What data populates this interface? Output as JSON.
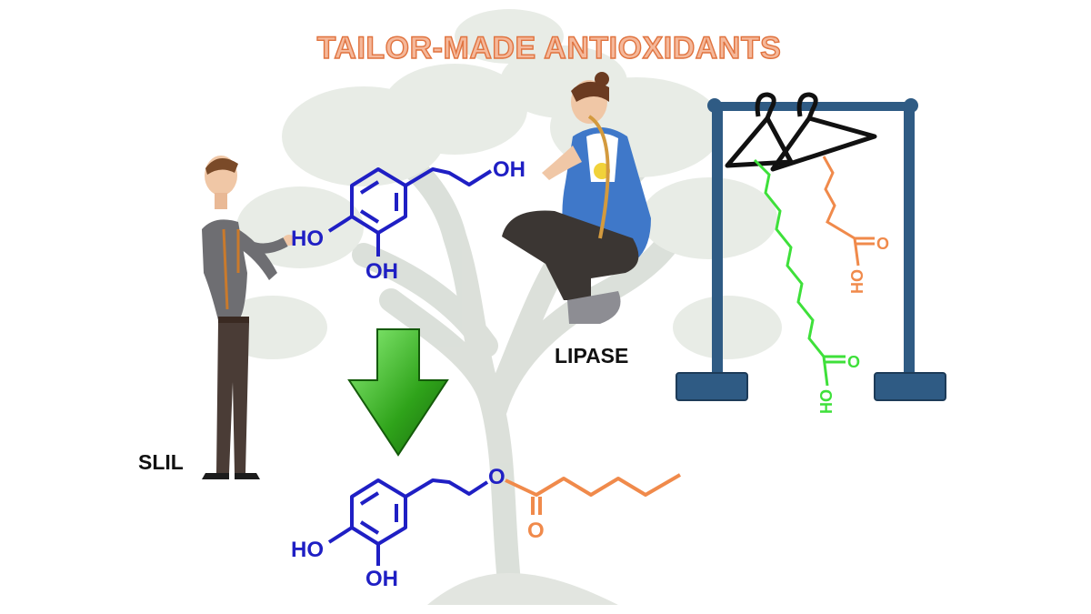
{
  "title": "TAILOR-MADE ANTIOXIDANTS",
  "labels": {
    "slil": "SLIL",
    "lipase": "LIPASE"
  },
  "molecule_top": {
    "hydroxyl_side": "OH",
    "hydroxyl_ring_left": "HO",
    "hydroxyl_ring_bottom": "OH"
  },
  "molecule_bottom": {
    "ester_oxygen": "O",
    "carbonyl_oxygen": "O",
    "hydroxyl_ring_left": "HO",
    "hydroxyl_ring_bottom": "OH"
  },
  "rack": {
    "short_acid_oxygen": "O",
    "short_acid_hydroxyl": "OH",
    "long_acid_oxygen": "O",
    "long_acid_hydroxyl": "OH"
  },
  "colors": {
    "molecule_blue": "#1f1fc4",
    "acyl_orange": "#f08a4b",
    "long_chain_green": "#3ee03a",
    "arrow_green": "#2fa31a",
    "rack_blue": "#2f5b84",
    "title_fill": "#f5b89a",
    "title_stroke": "#e0733f"
  }
}
